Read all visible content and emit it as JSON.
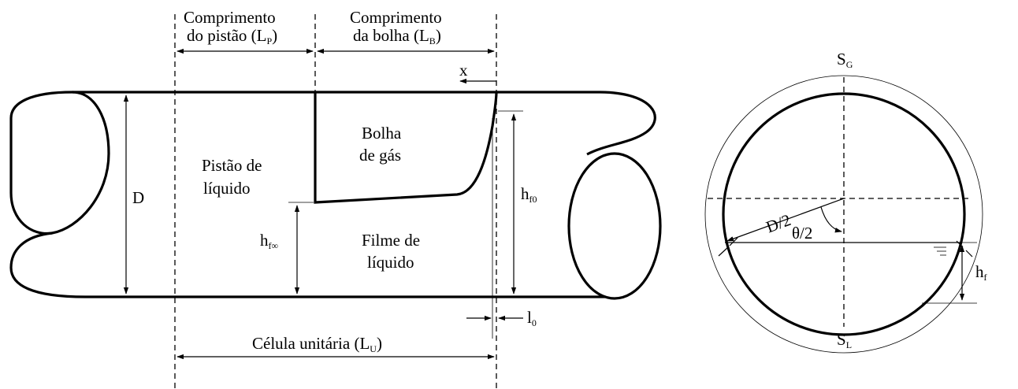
{
  "labels": {
    "comprimento_pistao_line1": "Comprimento",
    "comprimento_pistao_line2": "do pistão (L",
    "comprimento_pistao_sub": "P",
    "comprimento_bolha_line1": "Comprimento",
    "comprimento_bolha_line2": "da bolha (L",
    "comprimento_bolha_sub": "B",
    "x_axis": "x",
    "bolha_line1": "Bolha",
    "bolha_line2": "de gás",
    "pistao_line1": "Pistão de",
    "pistao_line2": "líquido",
    "diameter": "D",
    "h_f0": "h",
    "h_f0_sub": "f0",
    "h_finf": "h",
    "h_finf_sub": "f∞",
    "filme_line1": "Filme de",
    "filme_line2": "líquido",
    "l0": "l",
    "l0_sub": "0",
    "celula": "Célula unitária (L",
    "celula_sub": "U",
    "close_paren": ")",
    "s_g": "S",
    "s_g_sub": "G",
    "s_l": "S",
    "s_l_sub": "L",
    "half_diameter": "D/2",
    "theta_half": "θ/2",
    "h_f": "h",
    "h_f_sub": "f"
  }
}
